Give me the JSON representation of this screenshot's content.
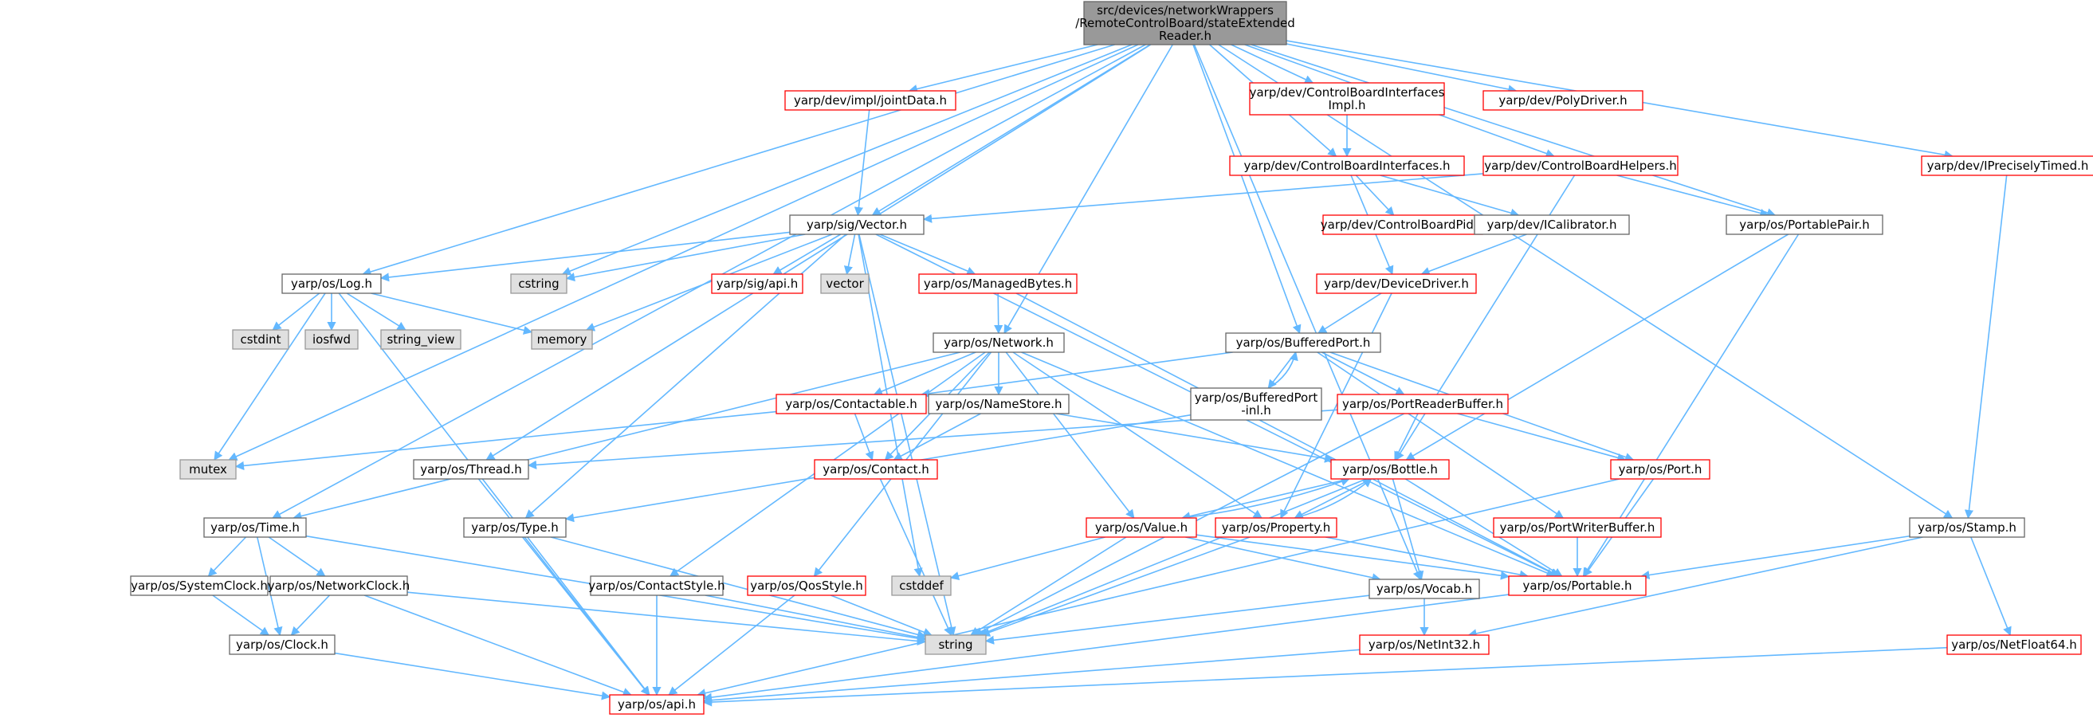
{
  "colors": {
    "edge": "#63b8ff",
    "red_border": "#ff0000",
    "gray_fill": "#e0e0e0",
    "root_fill": "#999999"
  },
  "nodes": [
    {
      "id": "root",
      "kind": "root",
      "label": [
        "src/devices/networkWrappers",
        "/RemoteControlBoard/stateExtended",
        "Reader.h"
      ]
    },
    {
      "id": "jointData",
      "kind": "red",
      "label": [
        "yarp/dev/impl/jointData.h"
      ]
    },
    {
      "id": "cbii",
      "kind": "red",
      "label": [
        "yarp/dev/ControlBoardInterfaces",
        "Impl.h"
      ]
    },
    {
      "id": "polyDriver",
      "kind": "red",
      "label": [
        "yarp/dev/PolyDriver.h"
      ]
    },
    {
      "id": "ipreciselyTimed",
      "kind": "red",
      "label": [
        "yarp/dev/IPreciselyTimed.h"
      ]
    },
    {
      "id": "cbi",
      "kind": "red",
      "label": [
        "yarp/dev/ControlBoardInterfaces.h"
      ]
    },
    {
      "id": "cbh",
      "kind": "red",
      "label": [
        "yarp/dev/ControlBoardHelpers.h"
      ]
    },
    {
      "id": "vector_h",
      "kind": "white",
      "label": [
        "yarp/sig/Vector.h"
      ]
    },
    {
      "id": "cbpid",
      "kind": "red",
      "label": [
        "yarp/dev/ControlBoardPid.h"
      ]
    },
    {
      "id": "icalib",
      "kind": "white",
      "label": [
        "yarp/dev/ICalibrator.h"
      ]
    },
    {
      "id": "portablePair",
      "kind": "white",
      "label": [
        "yarp/os/PortablePair.h"
      ]
    },
    {
      "id": "log",
      "kind": "white",
      "label": [
        "yarp/os/Log.h"
      ]
    },
    {
      "id": "cstring",
      "kind": "gray",
      "label": [
        "cstring"
      ]
    },
    {
      "id": "sigapi",
      "kind": "red",
      "label": [
        "yarp/sig/api.h"
      ]
    },
    {
      "id": "vector",
      "kind": "gray",
      "label": [
        "vector"
      ]
    },
    {
      "id": "managedBytes",
      "kind": "red",
      "label": [
        "yarp/os/ManagedBytes.h"
      ]
    },
    {
      "id": "deviceDriver",
      "kind": "red",
      "label": [
        "yarp/dev/DeviceDriver.h"
      ]
    },
    {
      "id": "cstdint",
      "kind": "gray",
      "label": [
        "cstdint"
      ]
    },
    {
      "id": "iosfwd",
      "kind": "gray",
      "label": [
        "iosfwd"
      ]
    },
    {
      "id": "string_view",
      "kind": "gray",
      "label": [
        "string_view"
      ]
    },
    {
      "id": "memory",
      "kind": "gray",
      "label": [
        "memory"
      ]
    },
    {
      "id": "network",
      "kind": "white",
      "label": [
        "yarp/os/Network.h"
      ]
    },
    {
      "id": "bufferedPort",
      "kind": "white",
      "label": [
        "yarp/os/BufferedPort.h"
      ]
    },
    {
      "id": "contactable",
      "kind": "red",
      "label": [
        "yarp/os/Contactable.h"
      ]
    },
    {
      "id": "nameStore",
      "kind": "white",
      "label": [
        "yarp/os/NameStore.h"
      ]
    },
    {
      "id": "bufferedPortInl",
      "kind": "white",
      "label": [
        "yarp/os/BufferedPort",
        "-inl.h"
      ]
    },
    {
      "id": "portReaderBuffer",
      "kind": "red",
      "label": [
        "yarp/os/PortReaderBuffer.h"
      ]
    },
    {
      "id": "mutex",
      "kind": "gray",
      "label": [
        "mutex"
      ]
    },
    {
      "id": "thread",
      "kind": "white",
      "label": [
        "yarp/os/Thread.h"
      ]
    },
    {
      "id": "contact",
      "kind": "red",
      "label": [
        "yarp/os/Contact.h"
      ]
    },
    {
      "id": "bottle",
      "kind": "red",
      "label": [
        "yarp/os/Bottle.h"
      ]
    },
    {
      "id": "port",
      "kind": "red",
      "label": [
        "yarp/os/Port.h"
      ]
    },
    {
      "id": "time",
      "kind": "white",
      "label": [
        "yarp/os/Time.h"
      ]
    },
    {
      "id": "type",
      "kind": "white",
      "label": [
        "yarp/os/Type.h"
      ]
    },
    {
      "id": "value",
      "kind": "red",
      "label": [
        "yarp/os/Value.h"
      ]
    },
    {
      "id": "property",
      "kind": "red",
      "label": [
        "yarp/os/Property.h"
      ]
    },
    {
      "id": "portWriterBuffer",
      "kind": "red",
      "label": [
        "yarp/os/PortWriterBuffer.h"
      ]
    },
    {
      "id": "stamp",
      "kind": "white",
      "label": [
        "yarp/os/Stamp.h"
      ]
    },
    {
      "id": "systemClock",
      "kind": "white",
      "label": [
        "yarp/os/SystemClock.h"
      ]
    },
    {
      "id": "networkClock",
      "kind": "white",
      "label": [
        "yarp/os/NetworkClock.h"
      ]
    },
    {
      "id": "contactStyle",
      "kind": "white",
      "label": [
        "yarp/os/ContactStyle.h"
      ]
    },
    {
      "id": "qosStyle",
      "kind": "red",
      "label": [
        "yarp/os/QosStyle.h"
      ]
    },
    {
      "id": "cstddef",
      "kind": "gray",
      "label": [
        "cstddef"
      ]
    },
    {
      "id": "vocab",
      "kind": "white",
      "label": [
        "yarp/os/Vocab.h"
      ]
    },
    {
      "id": "portable",
      "kind": "red",
      "label": [
        "yarp/os/Portable.h"
      ]
    },
    {
      "id": "clock",
      "kind": "white",
      "label": [
        "yarp/os/Clock.h"
      ]
    },
    {
      "id": "string",
      "kind": "gray",
      "label": [
        "string"
      ]
    },
    {
      "id": "netInt32",
      "kind": "red",
      "label": [
        "yarp/os/NetInt32.h"
      ]
    },
    {
      "id": "netFloat64",
      "kind": "red",
      "label": [
        "yarp/os/NetFloat64.h"
      ]
    },
    {
      "id": "osapi",
      "kind": "red",
      "label": [
        "yarp/os/api.h"
      ]
    }
  ],
  "edges": [
    [
      "root",
      "jointData"
    ],
    [
      "root",
      "cbii"
    ],
    [
      "root",
      "polyDriver"
    ],
    [
      "root",
      "ipreciselyTimed"
    ],
    [
      "root",
      "cbi"
    ],
    [
      "root",
      "cbh"
    ],
    [
      "root",
      "vector_h"
    ],
    [
      "root",
      "portablePair"
    ],
    [
      "root",
      "log"
    ],
    [
      "root",
      "cstring"
    ],
    [
      "root",
      "network"
    ],
    [
      "root",
      "bufferedPort"
    ],
    [
      "root",
      "mutex"
    ],
    [
      "root",
      "thread"
    ],
    [
      "root",
      "time"
    ],
    [
      "root",
      "stamp"
    ],
    [
      "root",
      "vocab"
    ],
    [
      "jointData",
      "vector_h"
    ],
    [
      "cbii",
      "cbi"
    ],
    [
      "cbi",
      "cbpid"
    ],
    [
      "cbi",
      "icalib"
    ],
    [
      "cbi",
      "deviceDriver"
    ],
    [
      "cbh",
      "vector_h"
    ],
    [
      "cbh",
      "portablePair"
    ],
    [
      "cbh",
      "bottle"
    ],
    [
      "ipreciselyTimed",
      "stamp"
    ],
    [
      "icalib",
      "deviceDriver"
    ],
    [
      "deviceDriver",
      "bufferedPort"
    ],
    [
      "deviceDriver",
      "property"
    ],
    [
      "portablePair",
      "bottle"
    ],
    [
      "portablePair",
      "portable"
    ],
    [
      "vector_h",
      "log"
    ],
    [
      "vector_h",
      "cstring"
    ],
    [
      "vector_h",
      "sigapi"
    ],
    [
      "vector_h",
      "vector"
    ],
    [
      "vector_h",
      "managedBytes"
    ],
    [
      "vector_h",
      "memory"
    ],
    [
      "vector_h",
      "type"
    ],
    [
      "vector_h",
      "string"
    ],
    [
      "vector_h",
      "cstddef"
    ],
    [
      "vector_h",
      "portable"
    ],
    [
      "log",
      "cstdint"
    ],
    [
      "log",
      "iosfwd"
    ],
    [
      "log",
      "string_view"
    ],
    [
      "log",
      "memory"
    ],
    [
      "log",
      "mutex"
    ],
    [
      "log",
      "osapi"
    ],
    [
      "managedBytes",
      "network"
    ],
    [
      "managedBytes",
      "portable"
    ],
    [
      "network",
      "contactable"
    ],
    [
      "network",
      "nameStore"
    ],
    [
      "network",
      "contact"
    ],
    [
      "network",
      "time"
    ],
    [
      "network",
      "value"
    ],
    [
      "network",
      "property"
    ],
    [
      "network",
      "contactStyle"
    ],
    [
      "network",
      "qosStyle"
    ],
    [
      "network",
      "portable"
    ],
    [
      "bufferedPort",
      "contactable"
    ],
    [
      "bufferedPort",
      "bufferedPortInl"
    ],
    [
      "bufferedPort",
      "portReaderBuffer"
    ],
    [
      "bufferedPort",
      "port"
    ],
    [
      "bufferedPort",
      "portWriterBuffer"
    ],
    [
      "bufferedPortInl",
      "bufferedPort"
    ],
    [
      "bufferedPortInl",
      "type"
    ],
    [
      "contactable",
      "contact"
    ],
    [
      "contactable",
      "mutex"
    ],
    [
      "nameStore",
      "contact"
    ],
    [
      "nameStore",
      "bottle"
    ],
    [
      "portReaderBuffer",
      "bottle"
    ],
    [
      "portReaderBuffer",
      "port"
    ],
    [
      "portReaderBuffer",
      "thread"
    ],
    [
      "portReaderBuffer",
      "string"
    ],
    [
      "contact",
      "string"
    ],
    [
      "thread",
      "osapi"
    ],
    [
      "bottle",
      "value"
    ],
    [
      "bottle",
      "property"
    ],
    [
      "bottle",
      "vocab"
    ],
    [
      "bottle",
      "portable"
    ],
    [
      "bottle",
      "string"
    ],
    [
      "value",
      "bottle"
    ],
    [
      "value",
      "vocab"
    ],
    [
      "value",
      "portable"
    ],
    [
      "value",
      "string"
    ],
    [
      "value",
      "cstddef"
    ],
    [
      "property",
      "bottle"
    ],
    [
      "property",
      "portable"
    ],
    [
      "property",
      "string"
    ],
    [
      "port",
      "portable"
    ],
    [
      "port",
      "osapi"
    ],
    [
      "portWriterBuffer",
      "portable"
    ],
    [
      "stamp",
      "portable"
    ],
    [
      "stamp",
      "netFloat64"
    ],
    [
      "stamp",
      "netInt32"
    ],
    [
      "time",
      "systemClock"
    ],
    [
      "time",
      "networkClock"
    ],
    [
      "time",
      "clock"
    ],
    [
      "time",
      "string"
    ],
    [
      "systemClock",
      "clock"
    ],
    [
      "networkClock",
      "clock"
    ],
    [
      "networkClock",
      "string"
    ],
    [
      "networkClock",
      "osapi"
    ],
    [
      "type",
      "string"
    ],
    [
      "type",
      "osapi"
    ],
    [
      "contactStyle",
      "string"
    ],
    [
      "contactStyle",
      "osapi"
    ],
    [
      "qosStyle",
      "string"
    ],
    [
      "qosStyle",
      "osapi"
    ],
    [
      "vocab",
      "netInt32"
    ],
    [
      "vocab",
      "string"
    ],
    [
      "portable",
      "osapi"
    ],
    [
      "clock",
      "osapi"
    ],
    [
      "netInt32",
      "osapi"
    ],
    [
      "netFloat64",
      "osapi"
    ]
  ]
}
